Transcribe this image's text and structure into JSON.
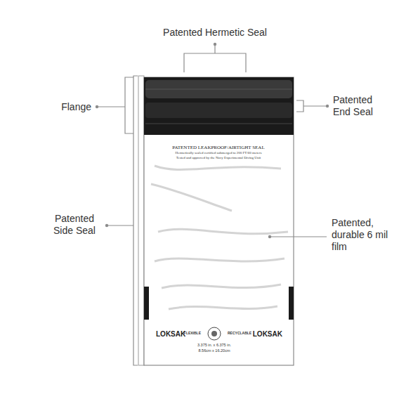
{
  "diagram": {
    "labels": [
      "Patented Hermetic Seal",
      "Flange",
      "Patented End Seal",
      "Patented Side Seal",
      "Patented, durable 6 mil film",
      "PATENTED LEAKPROOF/AIRTIGHT SEAL",
      "Hermetically sealed certified submerged to 200 FT/60 meters",
      "Tested and approved by the Navy Experimental Diving Unit",
      "LOKSAK",
      "FLEXIBLE",
      "RECYCLABLE",
      "LOKSAK",
      "3.375 in. x 6.375 in.",
      "8.56cm x 16.20cm"
    ]
  }
}
